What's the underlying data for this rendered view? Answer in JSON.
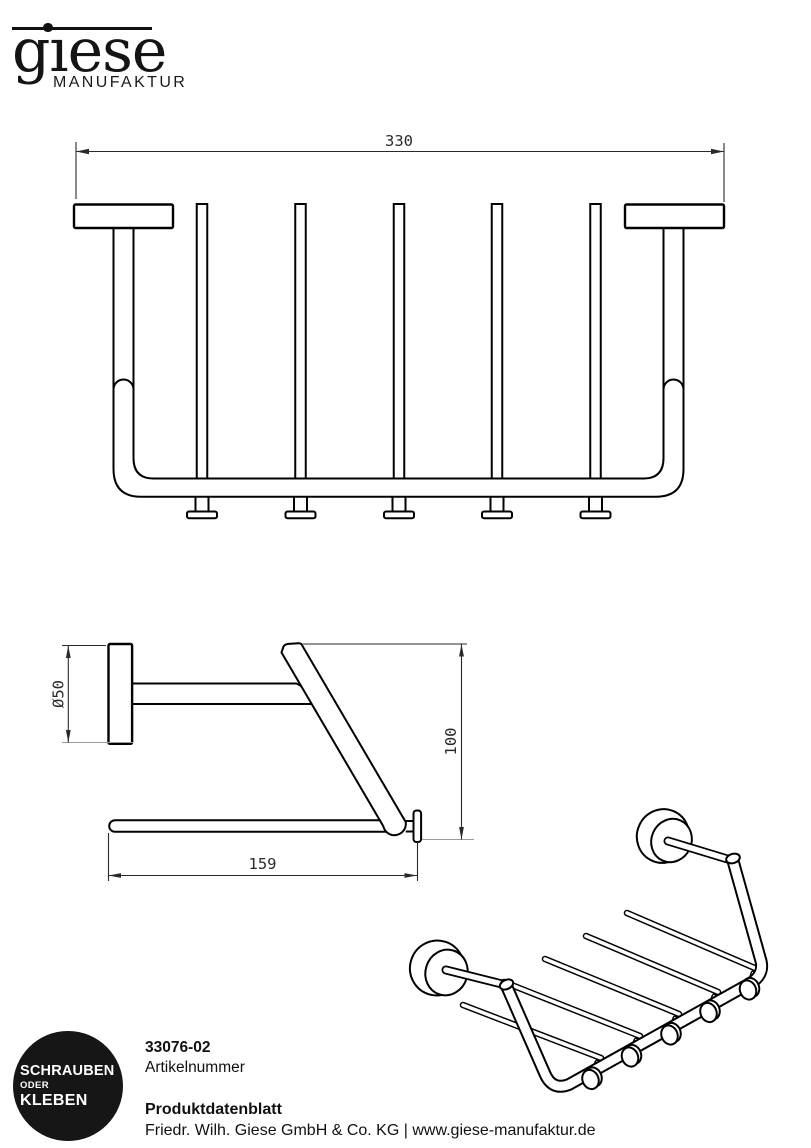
{
  "brand": {
    "name": "giese",
    "tagline": "MANUFAKTUR"
  },
  "dimensions": {
    "width": "330",
    "diameter": "Ø50",
    "height": "100",
    "depth": "159"
  },
  "badge": {
    "line1": "SCHRAUBEN",
    "line2": "ODER",
    "line3": "KLEBEN"
  },
  "article": {
    "number": "33076-02",
    "label": "Artikelnummer"
  },
  "document": {
    "title": "Produktdatenblatt",
    "company": "Friedr. Wilh. Giese GmbH & Co. KG | www.giese-manufaktur.de"
  },
  "colors": {
    "ink": "#000000",
    "dimension_line": "#2a2a2a",
    "muted_line": "#9a9a9a",
    "badge_background": "#161616"
  }
}
